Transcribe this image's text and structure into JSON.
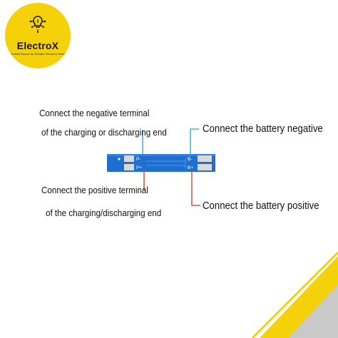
{
  "brand": {
    "name": "ElectroX",
    "tagline": "Trusted Source for Reliable Electronic Parts",
    "logo_color": "#f5d10a"
  },
  "board": {
    "pads_left": [
      "P-",
      "P+"
    ],
    "pads_right": [
      "B-",
      "B+"
    ],
    "color": "#1f6fd1"
  },
  "annotations": {
    "p_minus_line1": "Connect the negative terminal",
    "p_minus_line2": "of the charging or discharging end",
    "p_plus_line1": "Connect the positive terminal",
    "p_plus_line2": "of the charging/discharging end",
    "b_minus": "Connect the battery negative",
    "b_plus": "Connect the battery positive"
  },
  "colors": {
    "negative_line": "#2a9fd6",
    "positive_line": "#d92b2b",
    "corner_yellow": "#f5d10a",
    "corner_gray": "#b8b8b8"
  }
}
